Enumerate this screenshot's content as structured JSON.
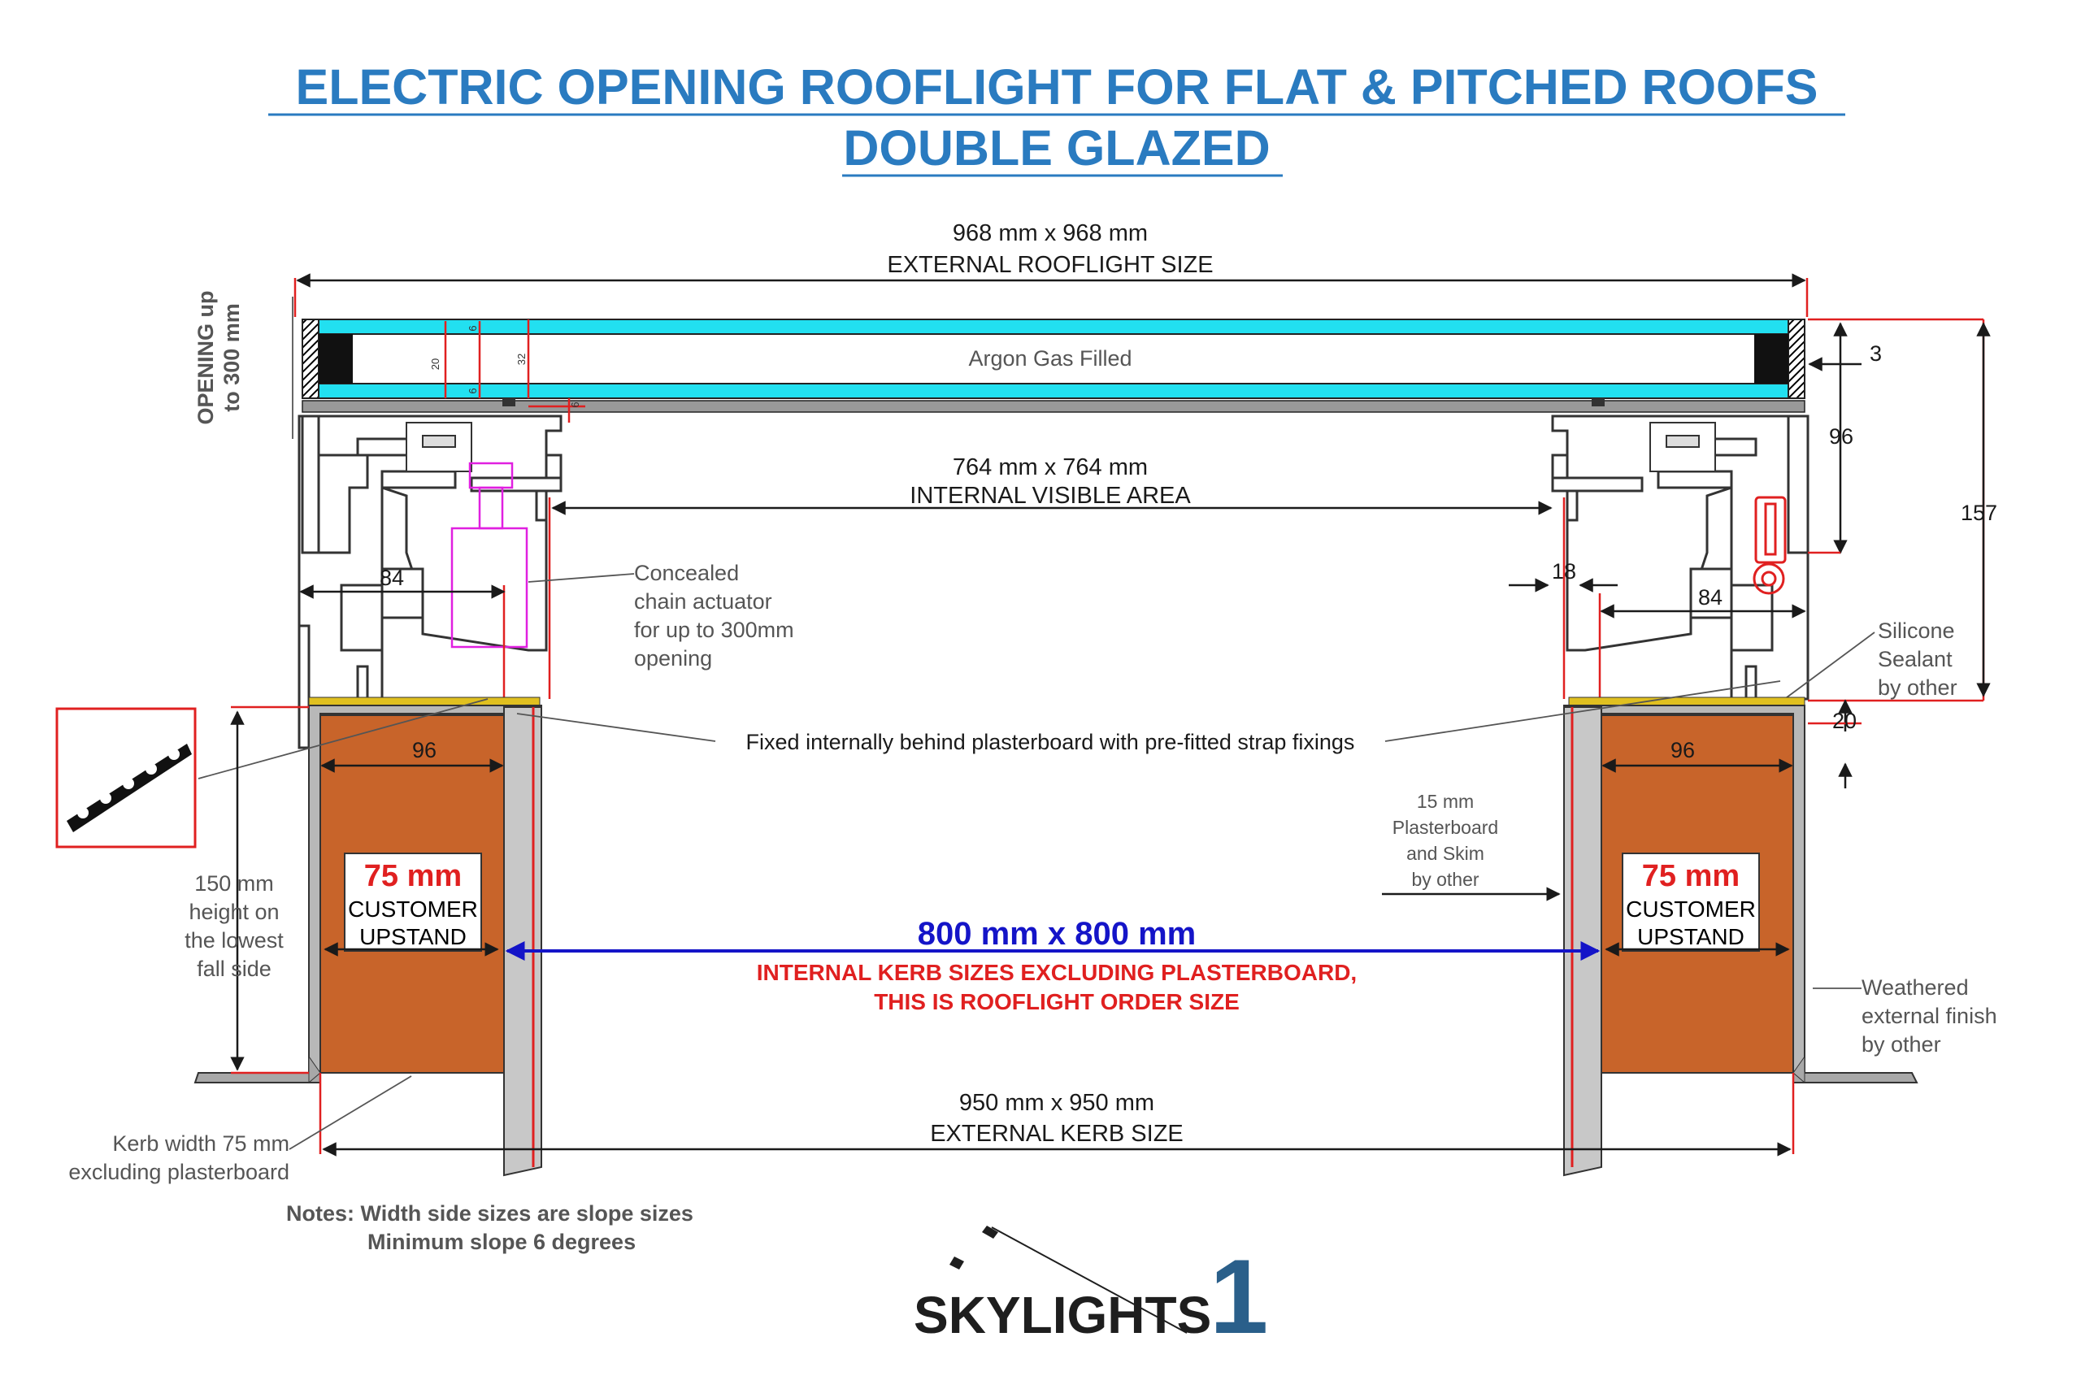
{
  "title": {
    "line1": "ELECTRIC OPENING ROOFLIGHT FOR FLAT & PITCHED ROOFS",
    "line2": "DOUBLE GLAZED"
  },
  "external_size": {
    "value": "968 mm x 968 mm",
    "label": "EXTERNAL ROOFLIGHT SIZE"
  },
  "opening": {
    "line1": "OPENING up",
    "line2": "to 300 mm"
  },
  "glass": {
    "gas_label": "Argon Gas Filled",
    "dim_20": "20",
    "dim_6a": "6",
    "dim_6b": "6",
    "dim_32": "32",
    "dim_6c": "6"
  },
  "internal_visible": {
    "value": "764 mm x 764 mm",
    "label": "INTERNAL VISIBLE AREA"
  },
  "right_dims": {
    "d3": "3",
    "d96": "96",
    "d157": "157",
    "d20": "20",
    "d18": "18"
  },
  "frame_dims": {
    "left_84": "84",
    "right_84": "84",
    "left_96": "96",
    "right_96": "96"
  },
  "actuator": [
    "Concealed",
    "chain actuator",
    "for up to 300mm",
    "opening"
  ],
  "silicone": [
    "Silicone",
    "Sealant",
    "by other"
  ],
  "fixing_note": "Fixed internally behind plasterboard with pre-fitted strap fixings",
  "plasterboard": [
    "15 mm",
    "Plasterboard",
    "and Skim",
    "by other"
  ],
  "upstand": {
    "size": "75 mm",
    "line1": "CUSTOMER",
    "line2": "UPSTAND"
  },
  "height_note": [
    "150 mm",
    "height on",
    "the lowest",
    "fall side"
  ],
  "order_size": {
    "value": "800 mm x 800 mm",
    "line1": "INTERNAL KERB SIZES EXCLUDING PLASTERBOARD,",
    "line2": "THIS IS ROOFLIGHT ORDER SIZE"
  },
  "weathered": [
    "Weathered",
    "external finish",
    "by other"
  ],
  "external_kerb": {
    "value": "950 mm x 950 mm",
    "label": "EXTERNAL KERB SIZE"
  },
  "kerb_width": [
    "Kerb width 75 mm",
    "excluding plasterboard"
  ],
  "notes": [
    "Notes: Width side sizes are slope sizes",
    "Minimum slope 6 degrees"
  ],
  "logo": {
    "text": "SKYLIGHTS",
    "number": "1"
  },
  "colors": {
    "title_blue": "#2a7bc0",
    "glass_cyan": "#22e0f0",
    "timber": "#c8642a",
    "dimension_red": "#e02020",
    "order_blue": "#1414c8"
  }
}
